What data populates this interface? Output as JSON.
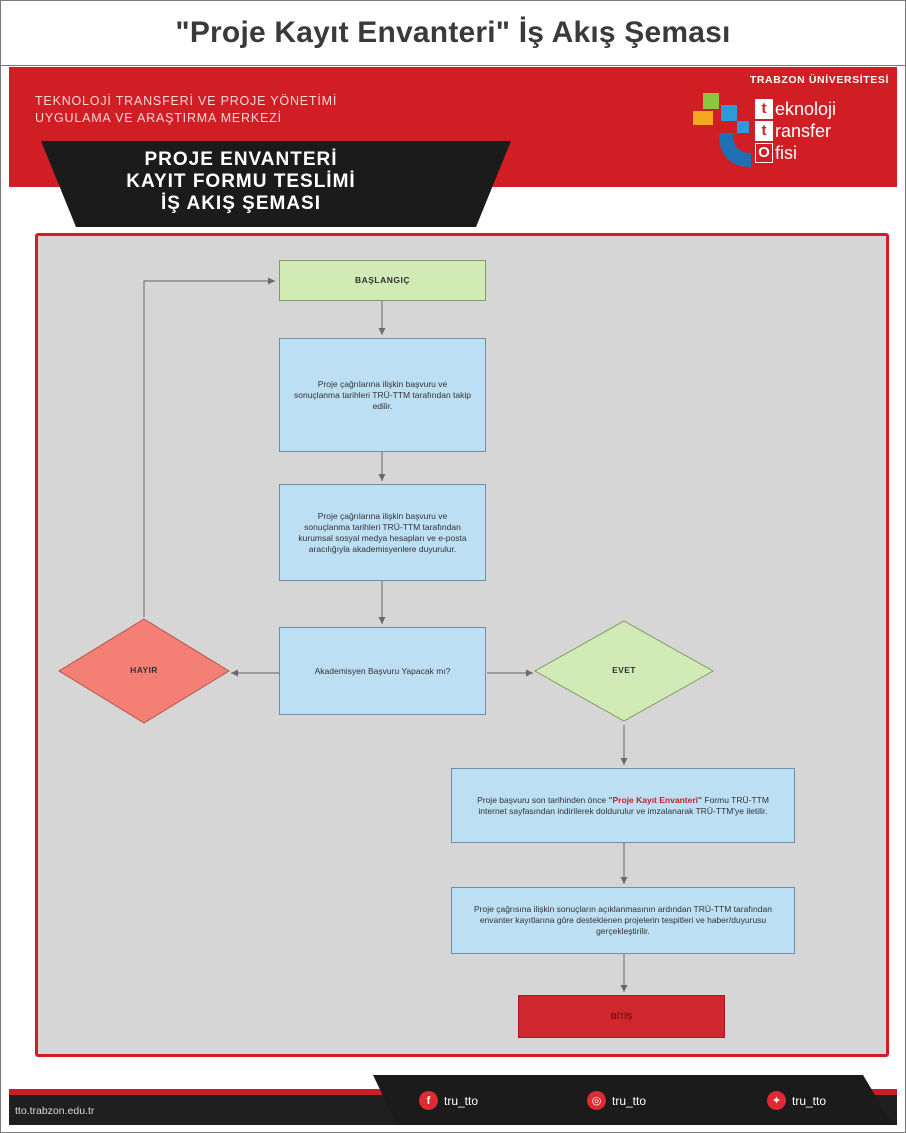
{
  "title": "\"Proje Kayıt Envanteri\" İş Akış Şeması",
  "header": {
    "org_name": "TEKNOLOJİ TRANSFERİ VE PROJE YÖNETİMİ\nUYGULAMA VE ARAŞTIRMA MERKEZİ",
    "banner": "PROJE ENVANTERİ\nKAYIT FORMU TESLİMİ\nİŞ AKIŞ ŞEMASI",
    "university": "TRABZON ÜNİVERSİTESİ",
    "logo": {
      "line1_letter": "t",
      "line1_rest": "eknoloji",
      "line2_letter": "t",
      "line2_rest": "ransfer",
      "line3_letter": "O",
      "line3_rest": "fisi"
    }
  },
  "flow": {
    "start": "BAŞLANGIÇ",
    "step1": "Proje çağrılarına ilişkin başvuru ve sonuçlanma tarihleri TRÜ-TTM tarafından takip edilir.",
    "step2": "Proje çağrılarına ilişkin başvuru ve sonuçlanma tarihleri TRÜ-TTM tarafından kurumsal sosyal medya hesapları ve e-posta aracılığıyla akademisyenlere duyurulur.",
    "decision": "Akademisyen Başvuru Yapacak mı?",
    "no": "HAYIR",
    "yes": "EVET",
    "step3_before": "Proje başvuru son tarihinden önce ",
    "step3_highlight": "\"Proje Kayıt Envanteri\"",
    "step3_after": " Formu TRÜ-TTM internet sayfasından indirilerek doldurulur ve imzalanarak TRÜ-TTM'ye iletilir.",
    "step4": "Proje çağrısına ilişkin sonuçların açıklanmasının ardından TRÜ-TTM tarafından envanter kayıtlarına göre desteklenen projelerin tespitleri ve haber/duyurusu gerçekleştirilir.",
    "end": "BİTİŞ"
  },
  "footer": {
    "website": "tto.trabzon.edu.tr",
    "facebook": "tru_tto",
    "instagram": "tru_tto",
    "twitter": "tru_tto"
  },
  "colors": {
    "brand_red": "#d01e24",
    "process_blue": "#bddff3",
    "start_green": "#d2eab5",
    "no_salmon": "#f47f74",
    "end_red": "#d0262d",
    "panel_grey": "#d6d6d6"
  }
}
